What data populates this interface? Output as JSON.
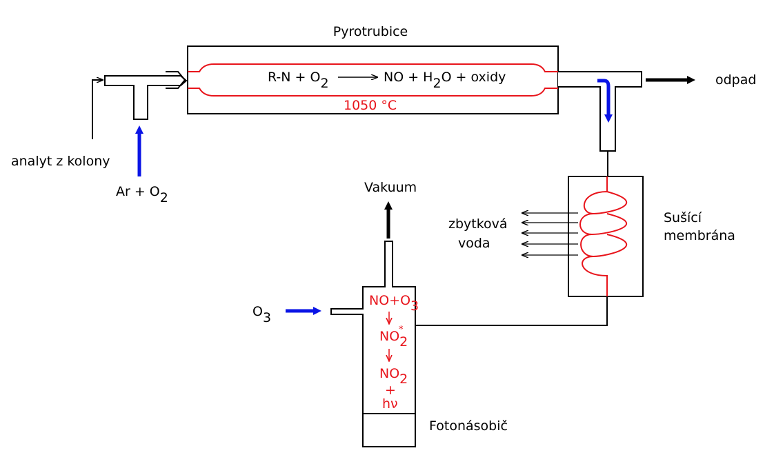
{
  "colors": {
    "stroke": "#000000",
    "hot": "#e8141b",
    "flow": "#0a14e6"
  },
  "labels": {
    "pyrotube": "Pyrotrubice",
    "temperature": "1050 °C",
    "waste": "odpad",
    "analyte": "analyt z kolony",
    "carrier_main": "Ar + O",
    "carrier_sub": "2",
    "vacuum": "Vakuum",
    "residual_water_1": "zbytková",
    "residual_water_2": "voda",
    "membrane_1": "Sušící",
    "membrane_2": "membrána",
    "ozone_main": "O",
    "ozone_sub": "3",
    "photomultiplier": "Fotonásobič"
  },
  "reaction": {
    "left_main": "R-N + O",
    "left_sub": "2",
    "right_a": "NO +  H",
    "right_a_sub": "2",
    "right_b": "O + oxidy"
  },
  "chamber": {
    "step1_main": "NO+O",
    "step1_sub": "3",
    "step2_main": "NO",
    "step2_sub": "2",
    "step2_sup": "*",
    "step3_main": "NO",
    "step3_sub": "2",
    "plus": "+",
    "photon": "hν"
  }
}
